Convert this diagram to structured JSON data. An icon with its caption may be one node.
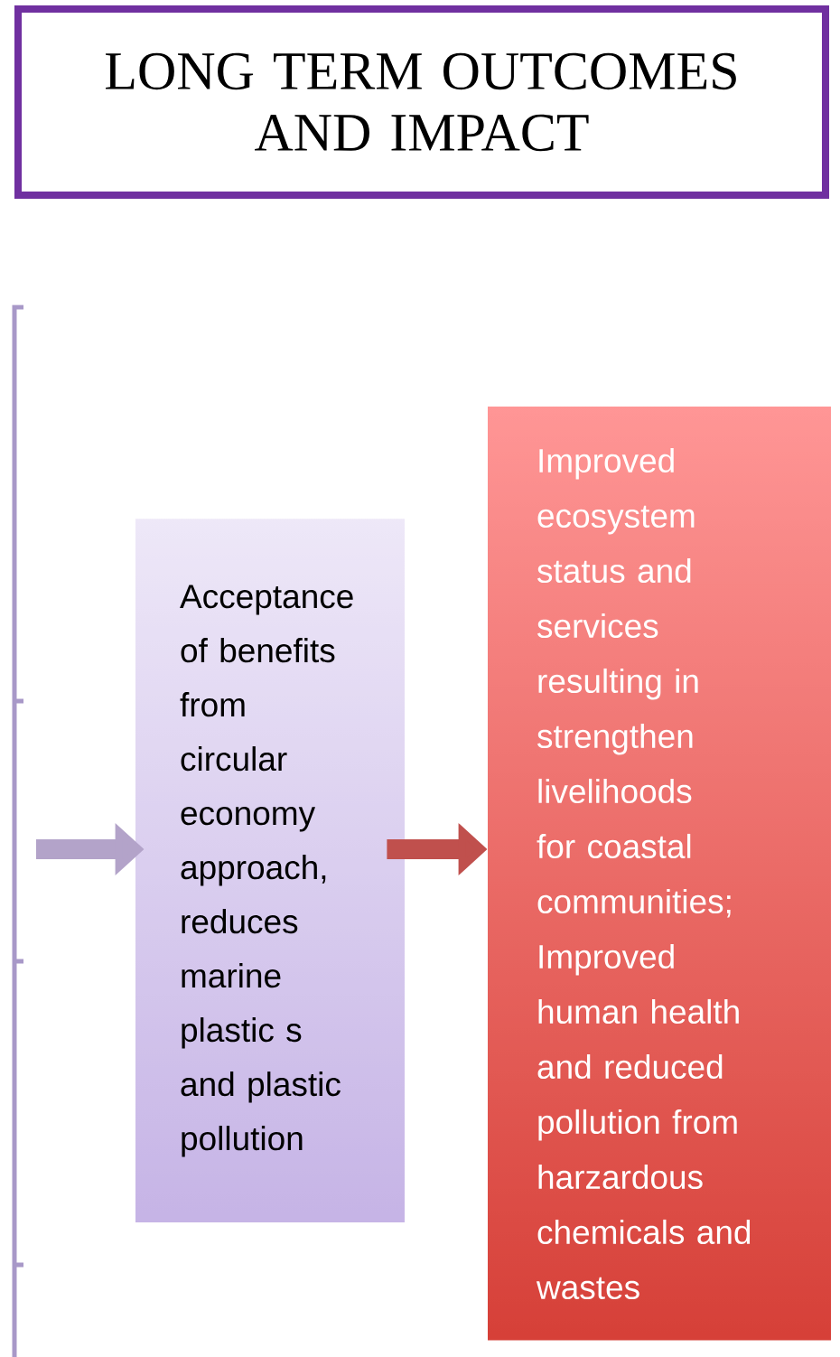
{
  "diagram": {
    "nodes": [
      {
        "text": [
          "LONG TERM OUTCOMES AND IMPACT"
        ]
      },
      {
        "text": [
          "Acceptance of benefits from circular economy approach, reduces marine plastic s and plastic pollution"
        ]
      },
      {
        "text": [
          "Improved ecosystem status and services resulting in strengthen livelihoods for coastal communities; Improved human health and reduced pollution from harzardous chemicals and wastes"
        ]
      }
    ],
    "edges": [
      {
        "from": null,
        "to": 1,
        "arrow": "to",
        "color": "#b3a3c9"
      },
      {
        "from": 1,
        "to": 2,
        "arrow": "to",
        "color": "#c0504d"
      }
    ]
  }
}
